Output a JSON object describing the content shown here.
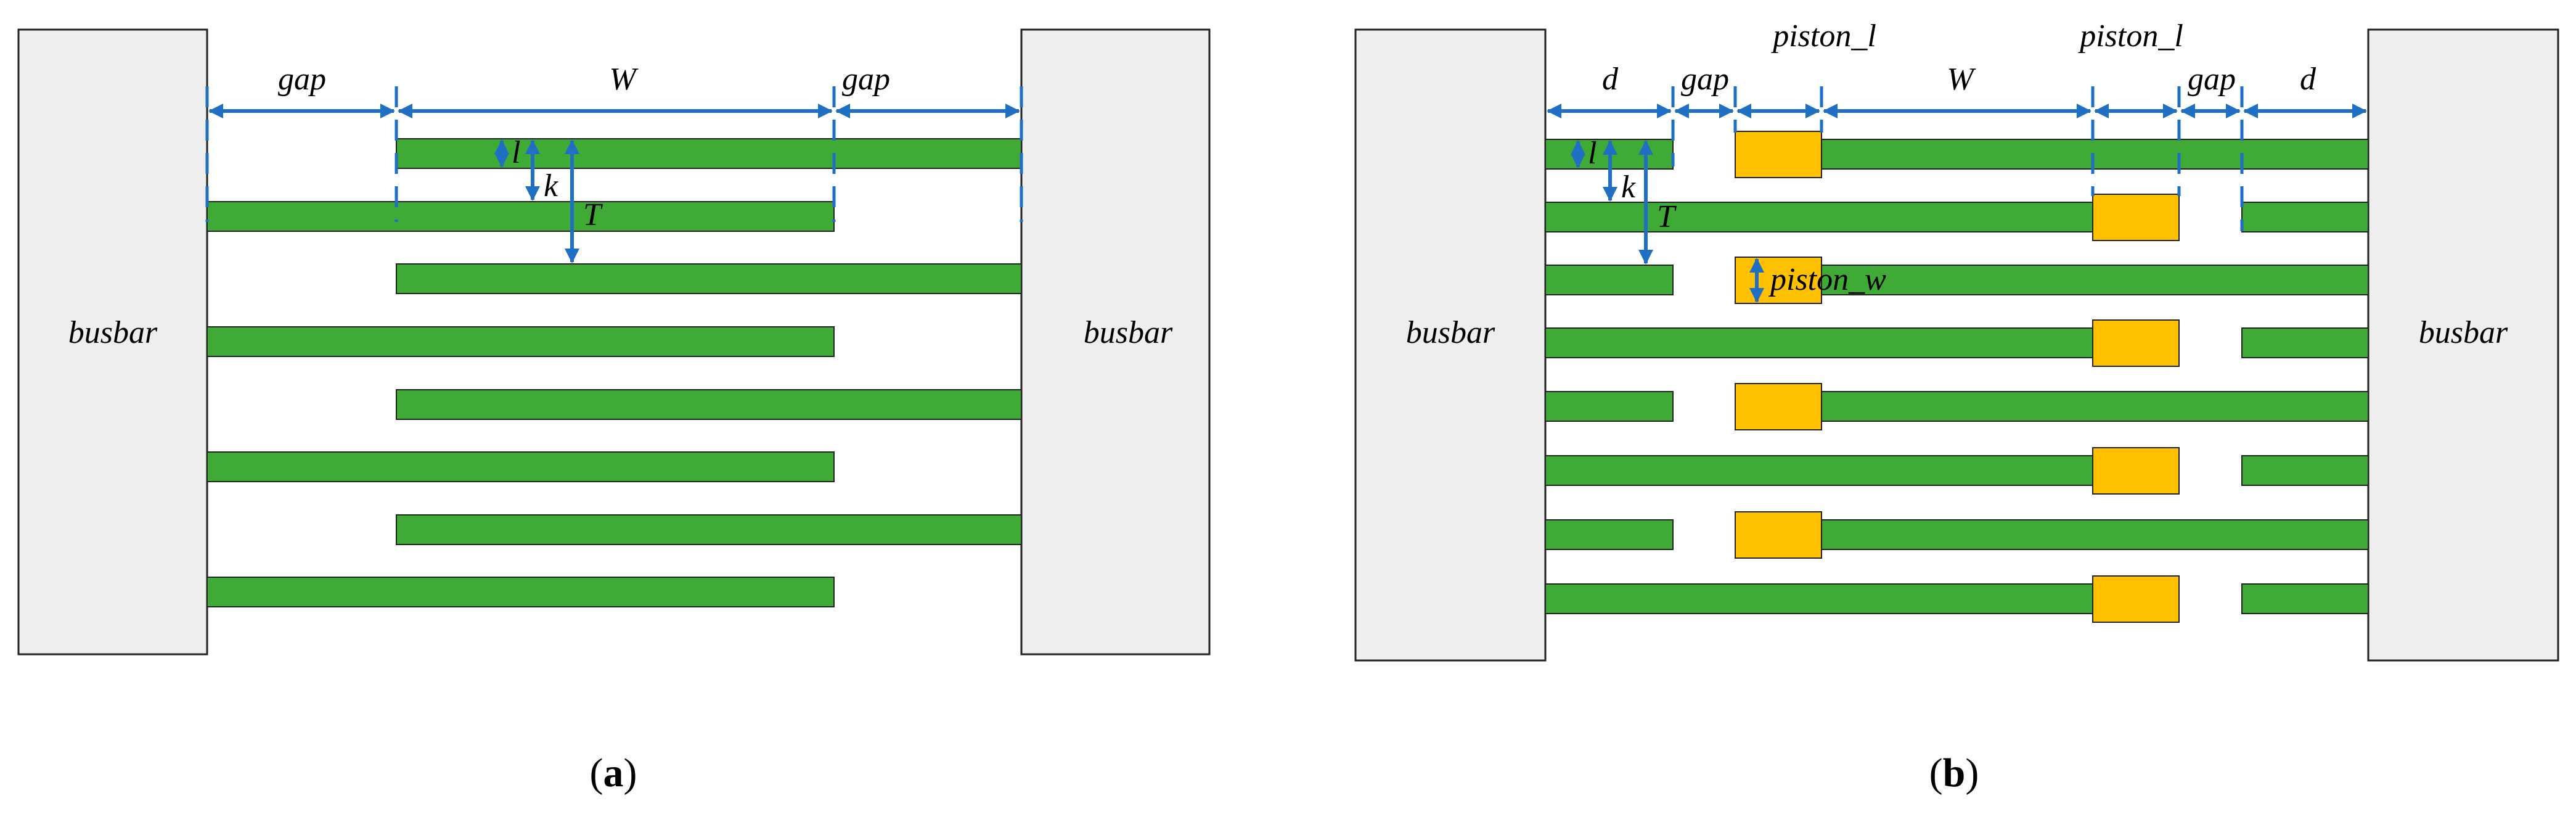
{
  "colors": {
    "finger": "#3faa35",
    "piston": "#ffc000",
    "busbar": "#eeeeee",
    "arrow": "#1f6fc5",
    "outline": "#222222"
  },
  "panel_a": {
    "busbar_left": "busbar",
    "busbar_right": "busbar",
    "dim_gap_left": "gap",
    "dim_w": "W",
    "dim_gap_right": "gap",
    "dim_l": "l",
    "dim_k": "k",
    "dim_t": "T",
    "caption_open": "(",
    "caption_letter": "a",
    "caption_close": ")"
  },
  "panel_b": {
    "busbar_left": "busbar",
    "busbar_right": "busbar",
    "dim_d_left": "d",
    "dim_gap_left": "gap",
    "dim_piston_l_left": "piston_l",
    "dim_w": "W",
    "dim_piston_l_right": "piston_l",
    "dim_gap_right": "gap",
    "dim_d_right": "d",
    "dim_l": "l",
    "dim_k": "k",
    "dim_t": "T",
    "dim_piston_w": "piston_w",
    "caption_open": "(",
    "caption_letter": "b",
    "caption_close": ")"
  }
}
